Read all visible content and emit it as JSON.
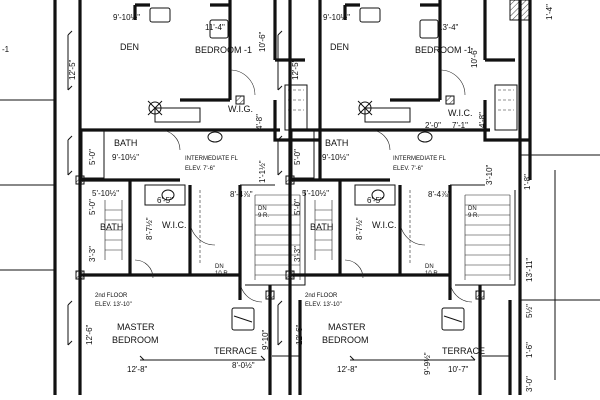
{
  "units": [
    {
      "den": {
        "name": "DEN",
        "dim": "9'-10½\""
      },
      "bedroom": {
        "name": "BEDROOM -1",
        "w": "11'-4\"",
        "h": "10'-6\""
      },
      "wig": {
        "name": "W.I.G.",
        "dim": "4'-8\""
      },
      "bath1": {
        "name": "BATH",
        "dim": "9'-10½\"",
        "side": "5'-0\""
      },
      "intermediate": {
        "line1": "INTERMEDIATE FL",
        "line2": "ELEV. 7'-6\""
      },
      "bath2": {
        "name": "BATH",
        "dim": "5'-10½\"",
        "side": "5'-0\"",
        "low": "3'-3\""
      },
      "wic": {
        "name": "W.I.C.",
        "dim": "6'-5\"",
        "side": "8'-7½\""
      },
      "stair": {
        "up": "8'-4⅞\"",
        "up_side": "1'-1½\"",
        "dn1": "DN\n9 R.",
        "dn2": "DN\n10 R."
      },
      "floor2": {
        "line1": "2nd FLOOR",
        "line2": "ELEV. 13'-10\""
      },
      "master": {
        "line1": "MASTER",
        "line2": "BEDROOM",
        "w": "12'-8\"",
        "side": "12'-6\""
      },
      "terrace": {
        "name": "TERRACE",
        "w": "8'-0½\"",
        "side": "9'-10\""
      },
      "left_dim": "12'-5\""
    },
    {
      "den": {
        "name": "DEN",
        "dim": "9'-10½\""
      },
      "bedroom": {
        "name": "BEDROOM -1",
        "w": "13'-4\"",
        "h": "10'-6\""
      },
      "wig": {
        "name": "W.I.C.",
        "dim": "7'-1\"",
        "side": "4'-8\"",
        "extra": "2'-0\""
      },
      "bath1": {
        "name": "BATH",
        "dim": "9'-10½\"",
        "side": "5'-0\""
      },
      "intermediate": {
        "line1": "INTERMEDIATE FL",
        "line2": "ELEV. 7'-6\""
      },
      "bath2": {
        "name": "BATH",
        "dim": "5'-10½\"",
        "side": "5'-0\"",
        "low": "3'-3\""
      },
      "wic": {
        "name": "W.I.C.",
        "dim": "6'-5\"",
        "side": "8'-7½\""
      },
      "stair": {
        "up": "8'-4⅞\"",
        "up_side": "3'-10\"",
        "dn1": "DN\n9 R.",
        "dn2": "DN\n10 R."
      },
      "floor2": {
        "line1": "2nd FLOOR",
        "line2": "ELEV. 13'-10\""
      },
      "master": {
        "line1": "MASTER",
        "line2": "BEDROOM",
        "w": "12'-8\"",
        "side": "12'-6\""
      },
      "terrace": {
        "name": "TERRACE",
        "w": "10'-7\"",
        "side": "9'-9½\""
      },
      "left_dim": "12'-5\""
    }
  ],
  "edge": {
    "left_mark": "-1",
    "right_top": "1'-8\"",
    "right_mid": "13'-11\"",
    "right_low1": "5½\"",
    "right_low2": "1'-6\"",
    "right_low3": "3'-0\"",
    "right_small": "1'-4\""
  }
}
